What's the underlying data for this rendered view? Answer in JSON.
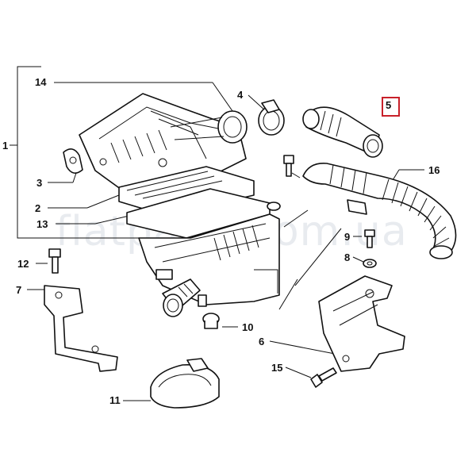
{
  "watermark": "flatparts.com.ua",
  "highlight_color": "#c8202a",
  "callouts": {
    "c1": "1",
    "c2": "2",
    "c3": "3",
    "c4": "4",
    "c5": "5",
    "c6": "6",
    "c7": "7",
    "c8": "8",
    "c9": "9",
    "c10": "10",
    "c11": "11",
    "c12": "12",
    "c13": "13",
    "c14": "14",
    "c15": "15",
    "c16": "16"
  }
}
